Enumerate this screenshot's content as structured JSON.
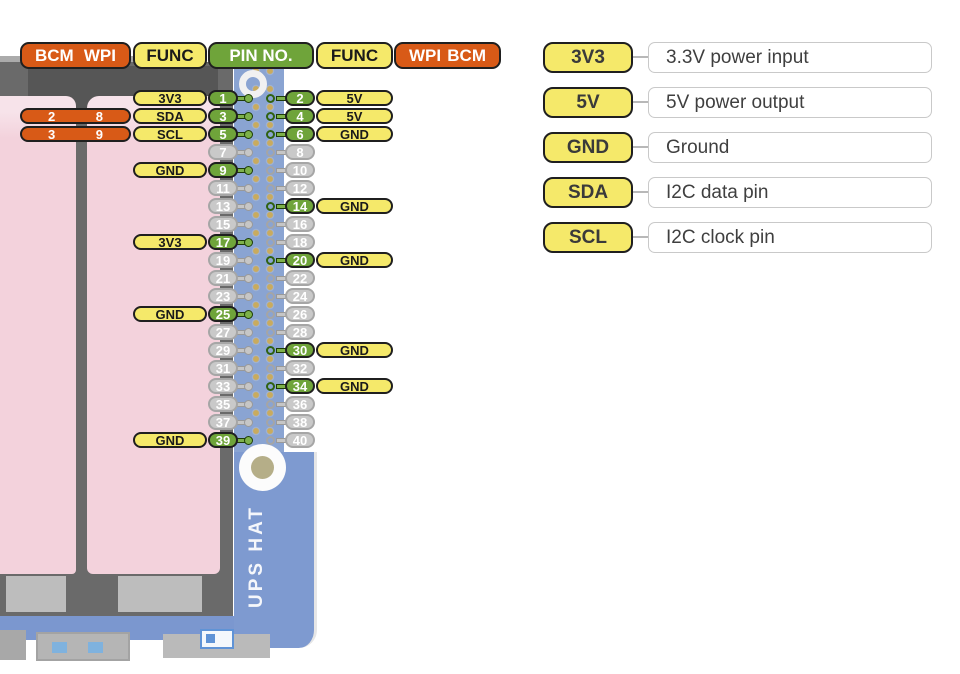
{
  "board": {
    "name": "UPS HAT"
  },
  "colors": {
    "orange": "#d85a17",
    "yellow": "#f5e96a",
    "green": "#6fa43a",
    "inactive_gray": "#c9c9c9",
    "pcb_blue": "#87a2d1",
    "battery_pink": "#f3d2dc"
  },
  "header": {
    "bcm_left": "BCM",
    "wpi_left": "WPI",
    "func_left": "FUNC",
    "pin_no": "PIN NO.",
    "func_right": "FUNC",
    "wpi_right": "WPI",
    "bcm_right": "BCM"
  },
  "pins": {
    "rows": [
      {
        "left_pin": "1",
        "right_pin": "2",
        "left_func": "3V3",
        "right_func": "5V",
        "left_active": true,
        "right_active": true,
        "bcm": "",
        "wpi": ""
      },
      {
        "left_pin": "3",
        "right_pin": "4",
        "left_func": "SDA",
        "right_func": "5V",
        "left_active": true,
        "right_active": true,
        "bcm": "2",
        "wpi": "8"
      },
      {
        "left_pin": "5",
        "right_pin": "6",
        "left_func": "SCL",
        "right_func": "GND",
        "left_active": true,
        "right_active": true,
        "bcm": "3",
        "wpi": "9"
      },
      {
        "left_pin": "7",
        "right_pin": "8",
        "left_func": "",
        "right_func": "",
        "left_active": false,
        "right_active": false,
        "bcm": "",
        "wpi": ""
      },
      {
        "left_pin": "9",
        "right_pin": "10",
        "left_func": "GND",
        "right_func": "",
        "left_active": true,
        "right_active": false,
        "bcm": "",
        "wpi": ""
      },
      {
        "left_pin": "11",
        "right_pin": "12",
        "left_func": "",
        "right_func": "",
        "left_active": false,
        "right_active": false,
        "bcm": "",
        "wpi": ""
      },
      {
        "left_pin": "13",
        "right_pin": "14",
        "left_func": "",
        "right_func": "GND",
        "left_active": false,
        "right_active": true,
        "bcm": "",
        "wpi": ""
      },
      {
        "left_pin": "15",
        "right_pin": "16",
        "left_func": "",
        "right_func": "",
        "left_active": false,
        "right_active": false,
        "bcm": "",
        "wpi": ""
      },
      {
        "left_pin": "17",
        "right_pin": "18",
        "left_func": "3V3",
        "right_func": "",
        "left_active": true,
        "right_active": false,
        "bcm": "",
        "wpi": ""
      },
      {
        "left_pin": "19",
        "right_pin": "20",
        "left_func": "",
        "right_func": "GND",
        "left_active": false,
        "right_active": true,
        "bcm": "",
        "wpi": ""
      },
      {
        "left_pin": "21",
        "right_pin": "22",
        "left_func": "",
        "right_func": "",
        "left_active": false,
        "right_active": false,
        "bcm": "",
        "wpi": ""
      },
      {
        "left_pin": "23",
        "right_pin": "24",
        "left_func": "",
        "right_func": "",
        "left_active": false,
        "right_active": false,
        "bcm": "",
        "wpi": ""
      },
      {
        "left_pin": "25",
        "right_pin": "26",
        "left_func": "GND",
        "right_func": "",
        "left_active": true,
        "right_active": false,
        "bcm": "",
        "wpi": ""
      },
      {
        "left_pin": "27",
        "right_pin": "28",
        "left_func": "",
        "right_func": "",
        "left_active": false,
        "right_active": false,
        "bcm": "",
        "wpi": ""
      },
      {
        "left_pin": "29",
        "right_pin": "30",
        "left_func": "",
        "right_func": "GND",
        "left_active": false,
        "right_active": true,
        "bcm": "",
        "wpi": ""
      },
      {
        "left_pin": "31",
        "right_pin": "32",
        "left_func": "",
        "right_func": "",
        "left_active": false,
        "right_active": false,
        "bcm": "",
        "wpi": ""
      },
      {
        "left_pin": "33",
        "right_pin": "34",
        "left_func": "",
        "right_func": "GND",
        "left_active": false,
        "right_active": true,
        "bcm": "",
        "wpi": ""
      },
      {
        "left_pin": "35",
        "right_pin": "36",
        "left_func": "",
        "right_func": "",
        "left_active": false,
        "right_active": false,
        "bcm": "",
        "wpi": ""
      },
      {
        "left_pin": "37",
        "right_pin": "38",
        "left_func": "",
        "right_func": "",
        "left_active": false,
        "right_active": false,
        "bcm": "",
        "wpi": ""
      },
      {
        "left_pin": "39",
        "right_pin": "40",
        "left_func": "GND",
        "right_func": "",
        "left_active": true,
        "right_active": false,
        "bcm": "",
        "wpi": ""
      }
    ]
  },
  "legend": {
    "items": [
      {
        "label": "3V3",
        "desc": "3.3V power input"
      },
      {
        "label": "5V",
        "desc": "5V power output"
      },
      {
        "label": "GND",
        "desc": "Ground"
      },
      {
        "label": "SDA",
        "desc": "I2C data pin"
      },
      {
        "label": "SCL",
        "desc": "I2C clock pin"
      }
    ]
  }
}
